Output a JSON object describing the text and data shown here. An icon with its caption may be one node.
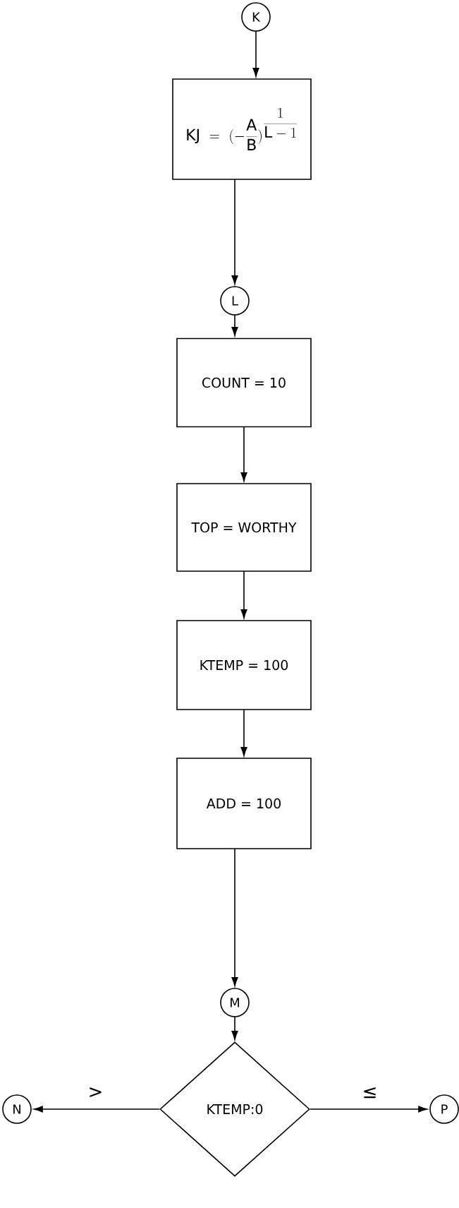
{
  "diagram": {
    "nodes": [
      {
        "text": [
          "K"
        ]
      },
      {
        "text": [
          "\\mathrm{KJ}\\ =\\ (-\\frac{\\mathrm{A}}{\\mathrm{B}})^{\\displaystyle\\frac{1}{\\mathrm{L}-1}}"
        ]
      },
      {
        "text": [
          "L"
        ]
      },
      {
        "text": [
          "COUNT = 10"
        ]
      },
      {
        "text": [
          "TOP = WORTHY"
        ]
      },
      {
        "text": [
          "KTEMP = 100"
        ]
      },
      {
        "text": [
          "ADD = 100"
        ]
      },
      {
        "text": [
          "M"
        ]
      },
      {
        "text": [
          "KTEMP:0"
        ]
      },
      {
        "text": [
          "N"
        ]
      },
      {
        "text": [
          "P"
        ]
      }
    ],
    "edges": [
      {
        "from": 0,
        "to": 1,
        "arrow": "to"
      },
      {
        "from": 1,
        "to": 2,
        "arrow": "to"
      },
      {
        "from": 2,
        "to": 3,
        "arrow": "to"
      },
      {
        "from": 3,
        "to": 4,
        "arrow": "to"
      },
      {
        "from": 4,
        "to": 5,
        "arrow": "to"
      },
      {
        "from": 5,
        "to": 6,
        "arrow": "to"
      },
      {
        "from": 6,
        "to": 7,
        "arrow": "to"
      },
      {
        "from": 7,
        "to": 8,
        "arrow": "to"
      },
      {
        "from": 8,
        "to": 9,
        "arrow": "to",
        "label": ">"
      },
      {
        "from": 8,
        "to": 10,
        "arrow": "to",
        "label": "≤"
      }
    ]
  }
}
